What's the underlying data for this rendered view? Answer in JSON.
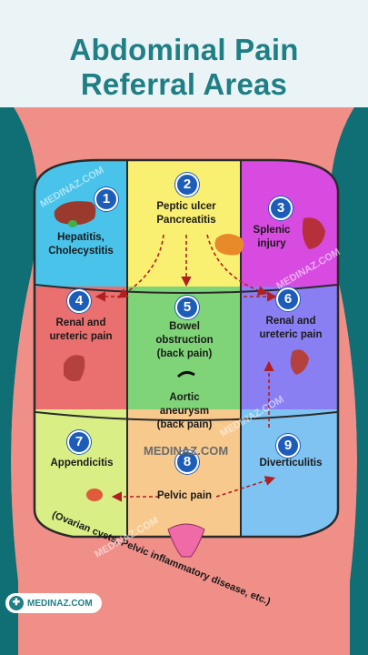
{
  "title": {
    "line1": "Abdominal Pain",
    "line2": "Referral Areas"
  },
  "regions": [
    {
      "number": "1",
      "label": "Hepatitis,\nCholecystitis",
      "color": "#49c3ea"
    },
    {
      "number": "2",
      "label": "Peptic ulcer\nPancreatitis",
      "color": "#f9ef71"
    },
    {
      "number": "3",
      "label": "Splenic\ninjury",
      "color": "#d74be0"
    },
    {
      "number": "4",
      "label": "Renal and\nureteric pain",
      "color": "#ea6f6f"
    },
    {
      "number": "5",
      "label": "Bowel\nobstruction\n(back pain)",
      "label2": "Aortic\naneurysm\n(back pain)",
      "color": "#7ed477"
    },
    {
      "number": "6",
      "label": "Renal and\nureteric pain",
      "color": "#8a7ff2"
    },
    {
      "number": "7",
      "label": "Appendicitis",
      "color": "#d9ef86"
    },
    {
      "number": "8",
      "label": "Pelvic pain",
      "color": "#f7c98d"
    },
    {
      "number": "9",
      "label": "Diverticulitis",
      "color": "#7fc3f3"
    }
  ],
  "lower_note": "(Ovarian cysts, Pelvic inflammatory disease, etc.)",
  "watermarks": [
    "MEDINAZ.COM",
    "MEDINAZ.COM",
    "MEDINAZ.COM",
    "MEDINAZ.COM"
  ],
  "center_watermark": "MEDINAZ.COM",
  "logo": {
    "text": "MEDINAZ.COM"
  },
  "colors": {
    "background": "#0f6f74",
    "skin": "#ef8f88",
    "title": "#1f7f84",
    "badge": "#1d5db9",
    "arrow": "#b02020"
  }
}
